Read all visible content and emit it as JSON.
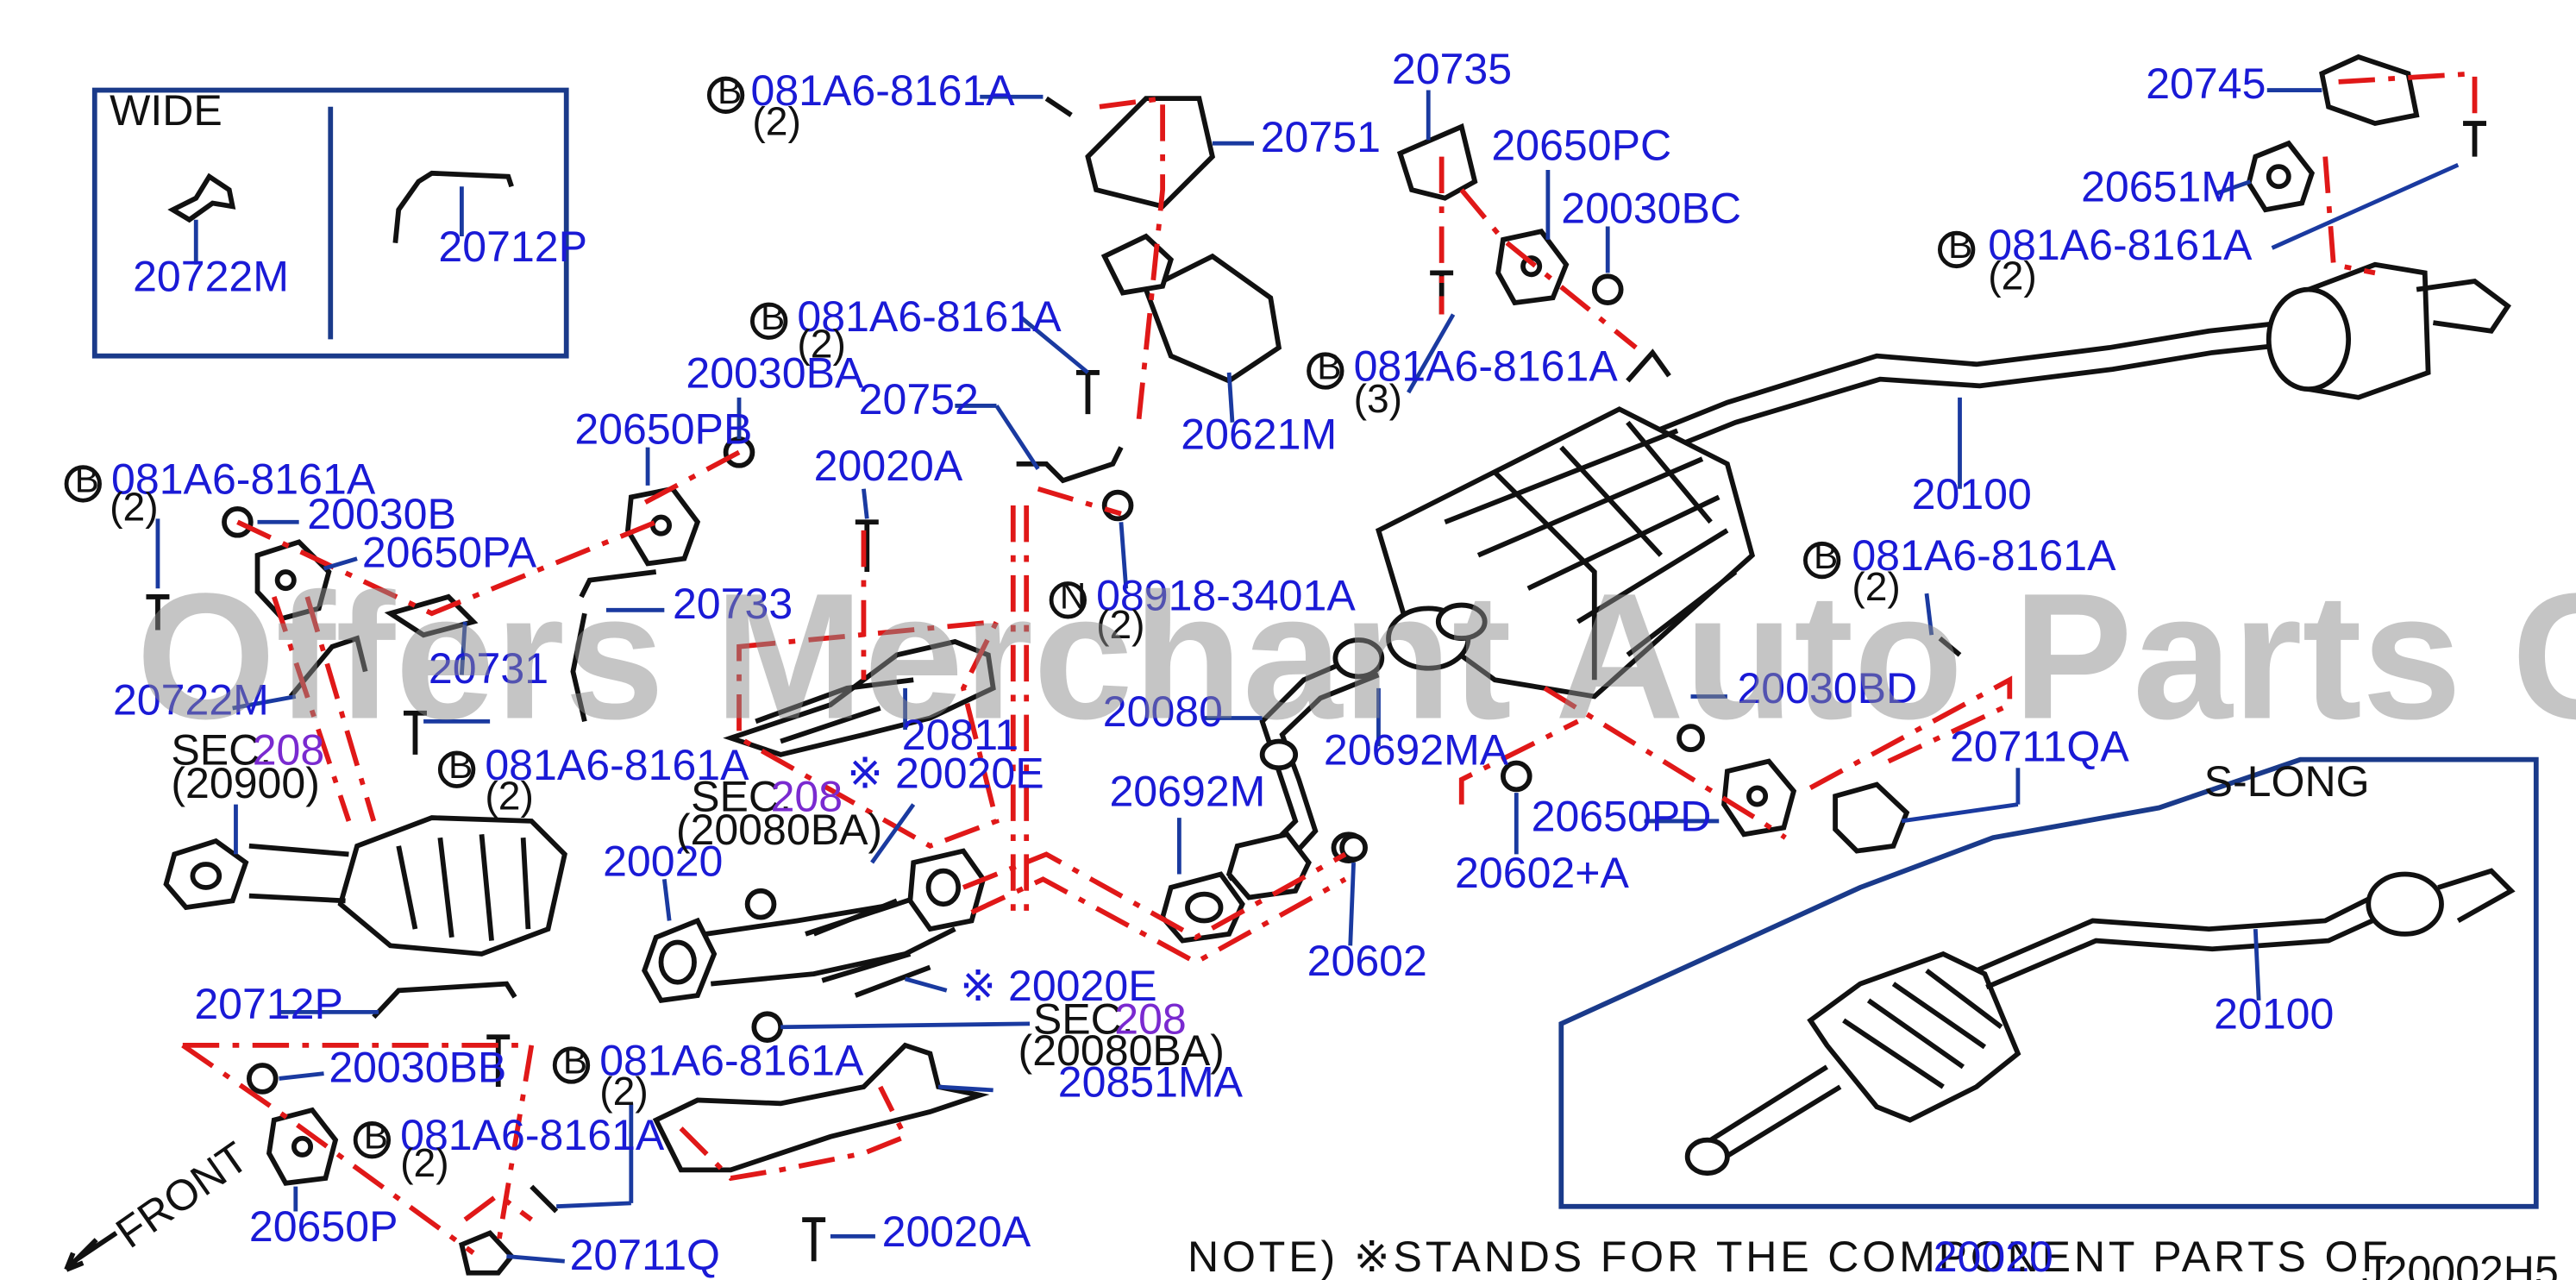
{
  "labels": {
    "p20722M": "20722M",
    "p20712P_wide": "20712P",
    "p20751": "20751",
    "p20621M": "20621M",
    "p20735": "20735",
    "p20650PC": "20650PC",
    "p20030BC": "20030BC",
    "p20745": "20745",
    "p20651M": "20651M",
    "p20100": "20100",
    "p20030BA": "20030BA",
    "p20650PB": "20650PB",
    "p20752": "20752",
    "p20020A_top": "20020A",
    "p20030B": "20030B",
    "p20650PA": "20650PA",
    "p20733": "20733",
    "p20731": "20731",
    "p20722M_main": "20722M",
    "p20811": "20811",
    "p20030BD": "20030BD",
    "p20711QA": "20711QA",
    "p20692MA": "20692MA",
    "p20080": "20080",
    "p20692M": "20692M",
    "p20650PD": "20650PD",
    "p20602A": "20602+A",
    "p20602": "20602",
    "p20020": "20020",
    "p20020E_top": "※ 20020E",
    "p20020E_bot": "※ 20020E",
    "p20712P": "20712P",
    "p20030BB": "20030BB",
    "p20650P": "20650P",
    "p20711Q": "20711Q",
    "p20851MA": "20851MA",
    "p20020A_bot": "20020A",
    "p20100_long": "20100"
  },
  "bolts": {
    "b1": {
      "code": "081A6-8161A",
      "qty": "(2)"
    },
    "b2": {
      "code": "081A6-8161A",
      "qty": "(2)"
    },
    "b3": {
      "code": "081A6-8161A",
      "qty": "(3)"
    },
    "b4": {
      "code": "081A6-8161A",
      "qty": "(2)"
    },
    "b5": {
      "code": "081A6-8161A",
      "qty": "(2)"
    },
    "b6": {
      "code": "081A6-8161A",
      "qty": "(2)"
    },
    "b7": {
      "code": "081A6-8161A",
      "qty": "(2)"
    },
    "b8": {
      "code": "081A6-8161A",
      "qty": "(2)"
    },
    "b9": {
      "code": "081A6-8161A",
      "qty": "(2)"
    },
    "n1": {
      "code": "08918-3401A",
      "qty": "(2)"
    }
  },
  "badges": {
    "b": "B",
    "n": "N"
  },
  "sections": {
    "s1": {
      "prefix": "SEC.",
      "num": "208",
      "sub": "(20900)"
    },
    "s2": {
      "prefix": "SEC.",
      "num": "208",
      "sub": "(20080BA)"
    },
    "s3": {
      "prefix": "SEC.",
      "num": "208",
      "sub": "(20080BA)"
    }
  },
  "boxes": {
    "wide": "WIDE",
    "slong": "S-LONG"
  },
  "front": "FRONT",
  "note": {
    "text": "NOTE) ※STANDS FOR THE COMPONENT PARTS OF",
    "ref": "20020",
    "end": "."
  },
  "diagram_id": "J20002H5",
  "watermark": "Offers Merchant Auto Parts Catalog PARTSTORE.SA",
  "colors": {
    "part_number": "#1a1ad6",
    "phantom_line": "#e01818",
    "leader": "#1a3aa0",
    "section_ref": "#7a2ad0"
  }
}
